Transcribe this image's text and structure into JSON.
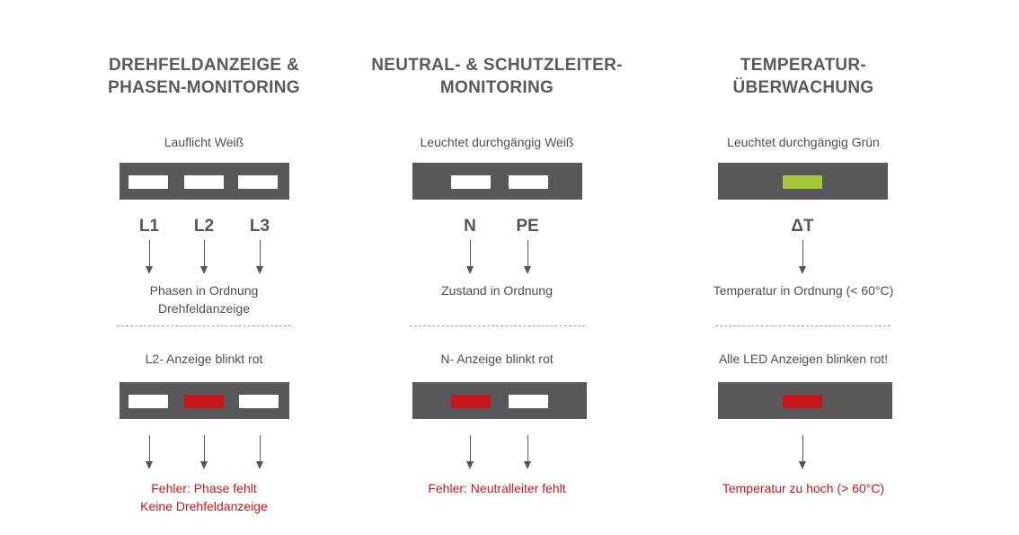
{
  "columns": [
    {
      "title_lines": [
        "DREHFELDANZEIGE &",
        "PHASEN-MONITORING"
      ],
      "normal_label": "Lauflicht Weiß",
      "normal_leds": [
        "white",
        "white",
        "white"
      ],
      "symbols": [
        "L1",
        "L2",
        "L3"
      ],
      "ok_lines": [
        "Phasen in Ordnung",
        "Drehfeldanzeige"
      ],
      "fault_label": "L2- Anzeige blinkt rot",
      "fault_leds": [
        "white",
        "red",
        "white"
      ],
      "error_lines": [
        "Fehler: Phase fehlt",
        "Keine Drehfeldanzeige"
      ]
    },
    {
      "title_lines": [
        "NEUTRAL- & SCHUTZLEITER-",
        "MONITORING"
      ],
      "normal_label": "Leuchtet durchgängig Weiß",
      "normal_leds": [
        "white",
        "white"
      ],
      "symbols": [
        "N",
        "PE"
      ],
      "ok_lines": [
        "Zustand in Ordnung"
      ],
      "fault_label": "N- Anzeige blinkt rot",
      "fault_leds": [
        "red",
        "white"
      ],
      "error_lines": [
        "Fehler: Neutralleiter fehlt"
      ]
    },
    {
      "title_lines": [
        "TEMPERATUR-",
        "ÜBERWACHUNG"
      ],
      "normal_label": "Leuchtet durchgängig Grün",
      "normal_leds": [
        "green"
      ],
      "symbols": [
        "ΔT"
      ],
      "ok_lines": [
        "Temperatur in Ordnung (< 60°C)"
      ],
      "fault_label": "Alle LED Anzeigen blinken rot!",
      "fault_leds": [
        "red"
      ],
      "error_lines": [
        "Temperatur zu hoch (> 60°C)"
      ]
    }
  ],
  "colors": {
    "panel": "#58585a",
    "led_white": "#ffffff",
    "led_red": "#c8161d",
    "led_green": "#a6c739",
    "error_text": "#c8161d"
  }
}
